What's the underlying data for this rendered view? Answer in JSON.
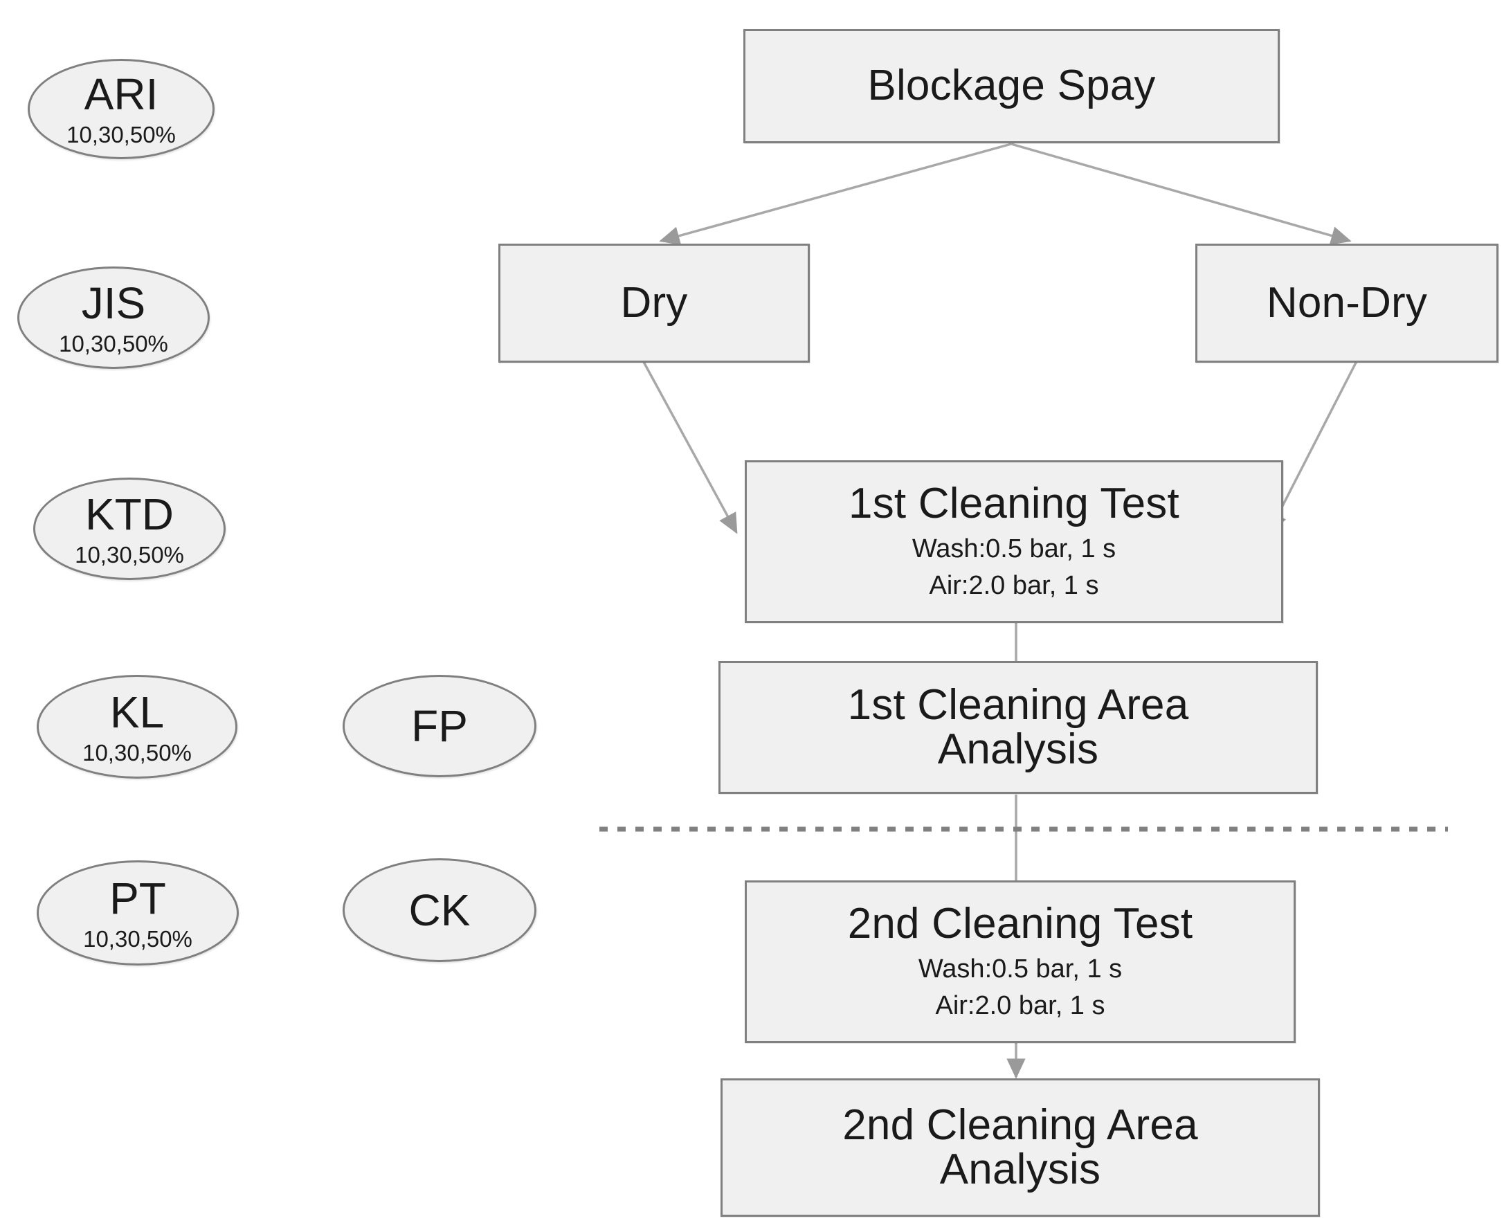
{
  "diagram": {
    "title_implicit": "Blockage spray cleaning test flowchart",
    "divider": {
      "style": "dashed",
      "color": "#808080"
    },
    "colors": {
      "node_fill": "#f0f0f0",
      "node_border": "#808080",
      "connector": "#a6a6a6",
      "text": "#1a1a1a",
      "background": "#ffffff"
    },
    "nodes": [
      {
        "id": "blockage-spay",
        "label": "Blockage Spay",
        "sub": []
      },
      {
        "id": "dry",
        "label": "Dry",
        "sub": []
      },
      {
        "id": "non-dry",
        "label": "Non-Dry",
        "sub": []
      },
      {
        "id": "first-cleaning-test",
        "label": "1st Cleaning Test",
        "sub": [
          "Wash:0.5 bar, 1 s",
          "Air:2.0 bar, 1 s"
        ]
      },
      {
        "id": "first-cleaning-area-analysis",
        "label": "1st Cleaning Area\nAnalysis",
        "sub": []
      },
      {
        "id": "second-cleaning-test",
        "label": "2nd Cleaning Test",
        "sub": [
          "Wash:0.5 bar, 1 s",
          "Air:2.0 bar, 1 s"
        ]
      },
      {
        "id": "second-cleaning-area-analysis",
        "label": "2nd Cleaning Area\nAnalysis",
        "sub": []
      }
    ],
    "ellipses": [
      {
        "id": "ari",
        "label": "ARI",
        "sub": "10,30,50%"
      },
      {
        "id": "jis",
        "label": "JIS",
        "sub": "10,30,50%"
      },
      {
        "id": "ktd",
        "label": "KTD",
        "sub": "10,30,50%"
      },
      {
        "id": "kl",
        "label": "KL",
        "sub": "10,30,50%"
      },
      {
        "id": "fp",
        "label": "FP",
        "sub": ""
      },
      {
        "id": "pt",
        "label": "PT",
        "sub": "10,30,50%"
      },
      {
        "id": "ck",
        "label": "CK",
        "sub": ""
      }
    ],
    "edges": [
      {
        "from": "blockage-spay",
        "to": "dry"
      },
      {
        "from": "blockage-spay",
        "to": "non-dry"
      },
      {
        "from": "dry",
        "to": "first-cleaning-test"
      },
      {
        "from": "non-dry",
        "to": "first-cleaning-test"
      },
      {
        "from": "first-cleaning-test",
        "to": "first-cleaning-area-analysis"
      },
      {
        "from": "first-cleaning-area-analysis",
        "to": "second-cleaning-test"
      },
      {
        "from": "second-cleaning-test",
        "to": "second-cleaning-area-analysis"
      }
    ]
  }
}
